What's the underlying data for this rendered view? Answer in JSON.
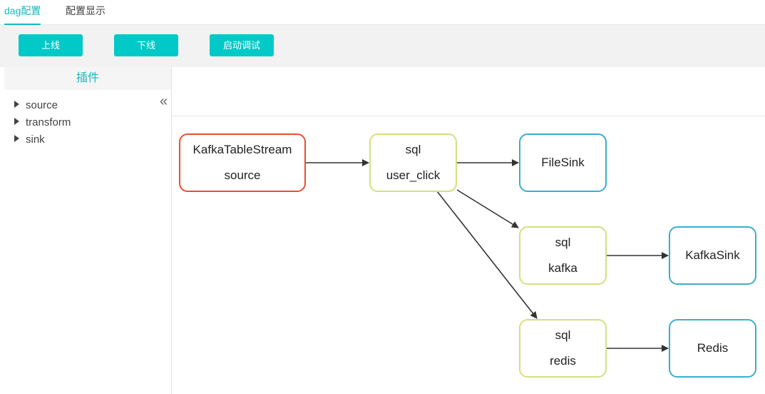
{
  "tabs": [
    {
      "label": "dag配置",
      "active": true
    },
    {
      "label": "配置显示",
      "active": false
    }
  ],
  "toolbar": {
    "online_label": "上线",
    "offline_label": "下线",
    "debug_label": "启动调试"
  },
  "sidebar": {
    "title": "插件",
    "collapse_icon": "«",
    "items": [
      {
        "label": "source"
      },
      {
        "label": "transform"
      },
      {
        "label": "sink"
      }
    ]
  },
  "dag": {
    "nodes": [
      {
        "id": "kafka_source",
        "line1": "KafkaTableStream",
        "line2": "source",
        "kind": "source"
      },
      {
        "id": "sql_user_click",
        "line1": "sql",
        "line2": "user_click",
        "kind": "transform"
      },
      {
        "id": "file_sink",
        "line1": "FileSink",
        "line2": "",
        "kind": "sink"
      },
      {
        "id": "sql_kafka",
        "line1": "sql",
        "line2": "kafka",
        "kind": "transform"
      },
      {
        "id": "kafka_sink",
        "line1": "KafkaSink",
        "line2": "",
        "kind": "sink"
      },
      {
        "id": "sql_redis",
        "line1": "sql",
        "line2": "redis",
        "kind": "transform"
      },
      {
        "id": "redis_sink",
        "line1": "Redis",
        "line2": "",
        "kind": "sink"
      }
    ],
    "edges": [
      {
        "from": "kafka_source",
        "to": "sql_user_click"
      },
      {
        "from": "sql_user_click",
        "to": "file_sink"
      },
      {
        "from": "sql_user_click",
        "to": "sql_kafka"
      },
      {
        "from": "sql_user_click",
        "to": "sql_redis"
      },
      {
        "from": "sql_kafka",
        "to": "kafka_sink"
      },
      {
        "from": "sql_redis",
        "to": "redis_sink"
      }
    ]
  },
  "colors": {
    "accent": "#00c9c7",
    "source_border": "#e6502f",
    "transform_border": "#d3e07f",
    "sink_border": "#3aaed0"
  }
}
